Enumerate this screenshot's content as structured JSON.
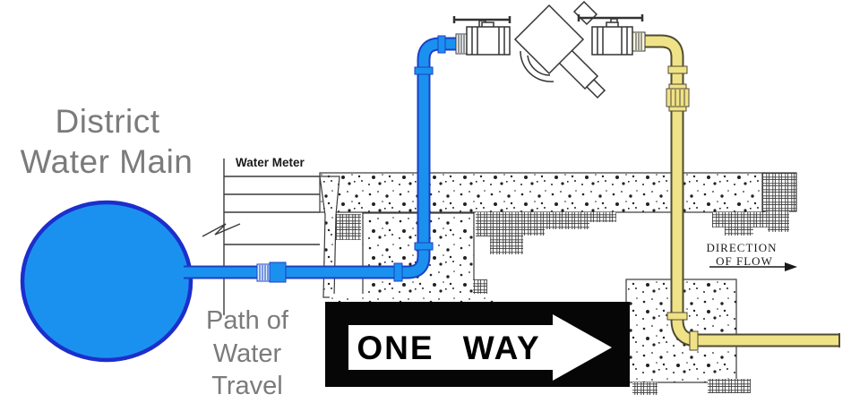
{
  "labels": {
    "district_line1": "District",
    "district_line2": "Water Main",
    "water_meter": "Water Meter",
    "path_line1": "Path of",
    "path_line2": "Water",
    "path_line3": "Travel",
    "flow_line1": "DIRECTION",
    "flow_line2": "OF FLOW",
    "one_way": "ONE WAY"
  },
  "colors": {
    "pipe_blue_fill": "#1B91EF",
    "pipe_blue_outline": "#1C3FC4",
    "circle_border": "#1C2ECC",
    "pipe_yellow_fill": "#F0E287",
    "pipe_yellow_outline": "#4F4B33",
    "label_gray": "#7B7B7B",
    "line_art": "#3A3A3A",
    "sign_black": "#060606",
    "sign_arrow_white": "#FFFFFF"
  }
}
